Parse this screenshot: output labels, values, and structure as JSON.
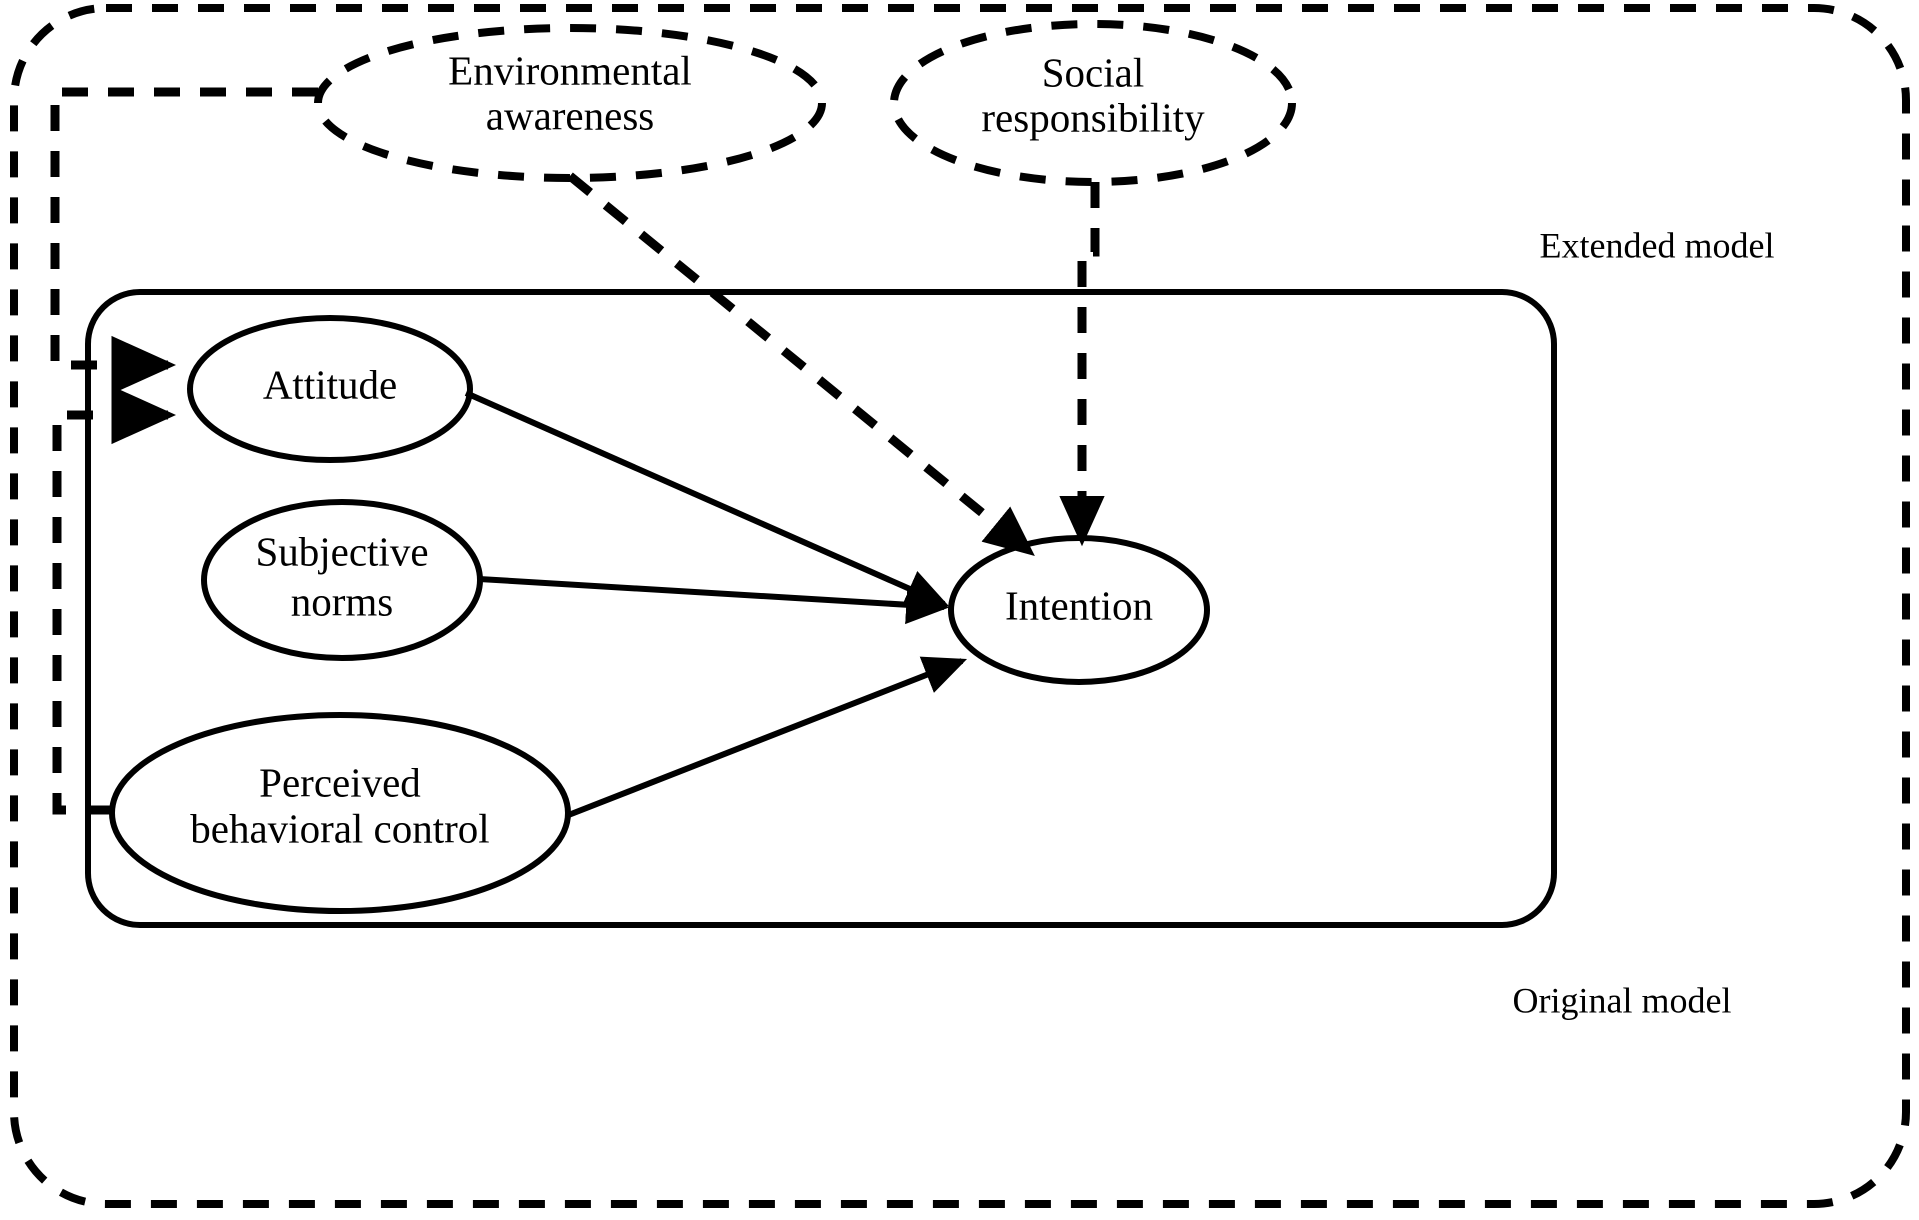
{
  "figure": {
    "type": "conceptual-model-diagram",
    "title": "Extended Theory of Planned Behavior model",
    "background_color": "#ffffff",
    "stroke_color": "#000000"
  },
  "boundaries": [
    {
      "id": "extended-model",
      "label": "Extended model",
      "style": "dashed",
      "shape": "rounded-rectangle"
    },
    {
      "id": "original-model",
      "label": "Original model",
      "style": "solid",
      "shape": "rounded-rectangle"
    }
  ],
  "nodes": [
    {
      "id": "environmental-awareness",
      "label_line1": "Environmental",
      "label_line2": "awareness",
      "style": "dashed",
      "group": "extended"
    },
    {
      "id": "social-responsibility",
      "label_line1": "Social",
      "label_line2": "responsibility",
      "style": "dashed",
      "group": "extended"
    },
    {
      "id": "attitude",
      "label_line1": "Attitude",
      "label_line2": "",
      "style": "solid",
      "group": "original"
    },
    {
      "id": "subjective-norms",
      "label_line1": "Subjective",
      "label_line2": "norms",
      "style": "solid",
      "group": "original"
    },
    {
      "id": "perceived-behavioral-control",
      "label_line1": "Perceived",
      "label_line2": "behavioral control",
      "style": "solid",
      "group": "original"
    },
    {
      "id": "intention",
      "label_line1": "Intention",
      "label_line2": "",
      "style": "solid",
      "group": "original"
    }
  ],
  "edges": [
    {
      "id": "attitude-to-intention",
      "from": "attitude",
      "to": "intention",
      "style": "solid",
      "arrow": true
    },
    {
      "id": "subjective-norms-to-intention",
      "from": "subjective-norms",
      "to": "intention",
      "style": "solid",
      "arrow": true
    },
    {
      "id": "pbc-to-intention",
      "from": "perceived-behavioral-control",
      "to": "intention",
      "style": "solid",
      "arrow": true
    },
    {
      "id": "env-awareness-to-intention",
      "from": "environmental-awareness",
      "to": "intention",
      "style": "dashed",
      "arrow": true
    },
    {
      "id": "social-responsibility-to-intention",
      "from": "social-responsibility",
      "to": "intention",
      "style": "dashed",
      "arrow": true
    },
    {
      "id": "env-awareness-to-attitude",
      "from": "environmental-awareness",
      "to": "attitude",
      "style": "dashed",
      "arrow": true
    },
    {
      "id": "pbc-to-attitude",
      "from": "perceived-behavioral-control",
      "to": "attitude",
      "style": "dashed",
      "arrow": true
    }
  ]
}
